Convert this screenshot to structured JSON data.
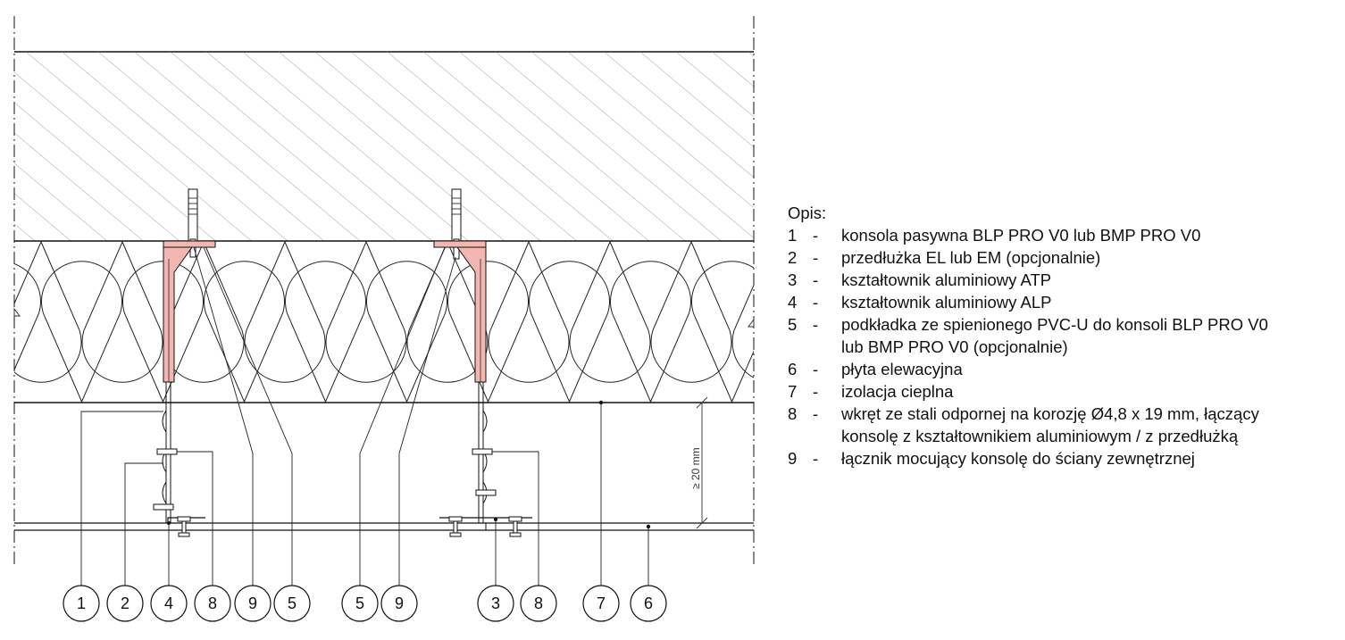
{
  "legend": {
    "title": "Opis:",
    "items": [
      {
        "num": "1",
        "dash": "-",
        "lines": [
          "konsola pasywna BLP PRO V0 lub BMP PRO V0"
        ]
      },
      {
        "num": "2",
        "dash": "-",
        "lines": [
          "przedłużka EL lub EM (opcjonalnie)"
        ]
      },
      {
        "num": "3",
        "dash": "-",
        "lines": [
          "kształtownik aluminiowy ATP"
        ]
      },
      {
        "num": "4",
        "dash": "-",
        "lines": [
          "kształtownik aluminiowy ALP"
        ]
      },
      {
        "num": "5",
        "dash": "-",
        "lines": [
          "podkładka ze spienionego PVC-U do konsoli BLP PRO V0",
          "lub BMP PRO V0 (opcjonalnie)"
        ]
      },
      {
        "num": "6",
        "dash": "-",
        "lines": [
          "płyta elewacyjna"
        ]
      },
      {
        "num": "7",
        "dash": "-",
        "lines": [
          "izolacja cieplna"
        ]
      },
      {
        "num": "8",
        "dash": "-",
        "lines": [
          "wkręt ze stali odpornej na korozję Ø4,8 x 19 mm, łączący",
          "konsolę z kształtownikiem aluminiowym / z przedłużką"
        ]
      },
      {
        "num": "9",
        "dash": "-",
        "lines": [
          "łącznik mocujący konsolę do ściany zewnętrznej"
        ]
      }
    ]
  },
  "markers": [
    "1",
    "2",
    "4",
    "8",
    "9",
    "5",
    "5",
    "9",
    "3",
    "8",
    "7",
    "6"
  ],
  "dimension_label": "≥ 20 mm",
  "colors": {
    "bracket_fill": "#f4b6b0",
    "line": "#111111",
    "hatch": "#888888"
  }
}
